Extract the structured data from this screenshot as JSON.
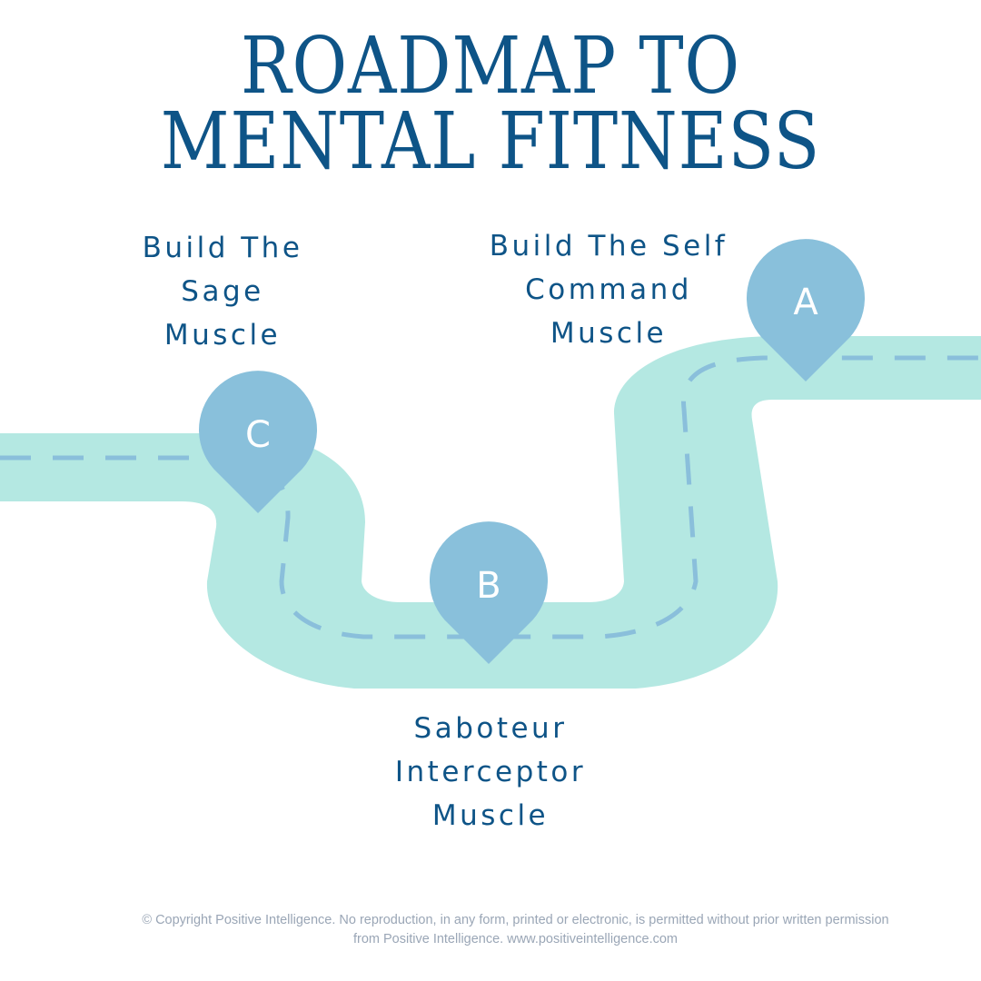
{
  "title": {
    "line1": "ROADMAP TO",
    "line2": "MENTAL FITNESS"
  },
  "colors": {
    "title": "#0e5487",
    "road": "#b4e8e2",
    "dash": "#8abfdb",
    "pin": "#89c0db",
    "pin_letter": "#ffffff",
    "label": "#0e5487",
    "copyright": "#9aa6b6"
  },
  "milestones": [
    {
      "letter": "C",
      "label_lines": [
        "Build The",
        "Sage",
        "Muscle"
      ]
    },
    {
      "letter": "B",
      "label_lines": [
        "Saboteur",
        "Interceptor",
        "Muscle"
      ]
    },
    {
      "letter": "A",
      "label_lines": [
        "Build The Self",
        "Command",
        "Muscle"
      ]
    }
  ],
  "copyright": "© Copyright Positive Intelligence. No reproduction, in any form, printed or electronic, is permitted without prior written permission from Positive Intelligence. www.positiveintelligence.com"
}
